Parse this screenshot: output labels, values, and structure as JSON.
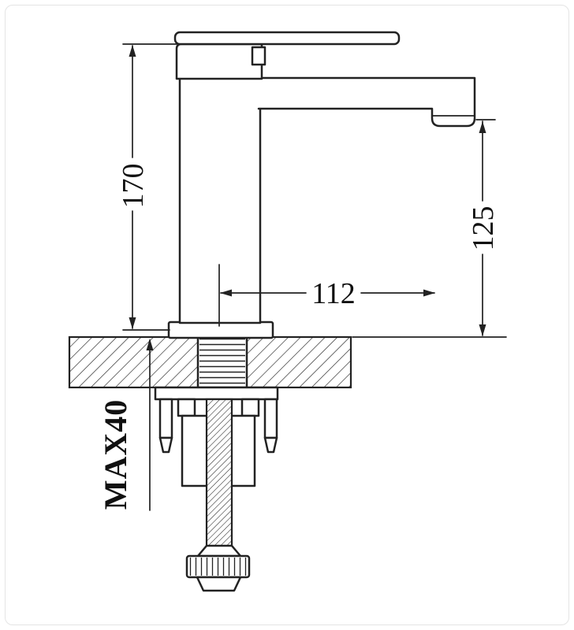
{
  "drawing": {
    "labels": {
      "total_height": "170",
      "outlet_height": "125",
      "spout_reach": "112",
      "max_thickness": "MAX40"
    },
    "colors": {
      "line": "#222222",
      "background": "#ffffff",
      "frame_border": "#e4e4e4"
    }
  }
}
